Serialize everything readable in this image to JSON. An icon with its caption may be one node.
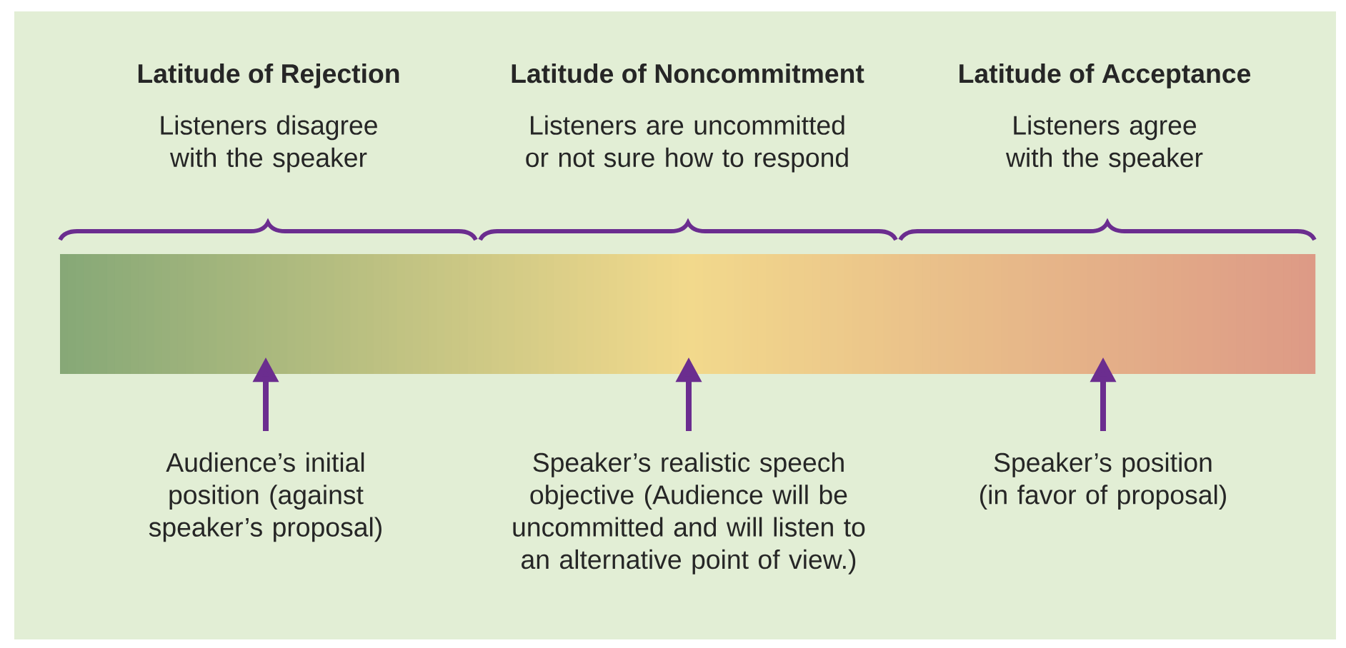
{
  "diagram": {
    "nodes": [
      {
        "text": [],
        "shape": "bar"
      },
      {
        "text": [
          "Audience’s initial position (against speaker’s proposal)"
        ]
      },
      {
        "text": [
          "Speaker’s realistic speech objective (Audience will be uncommitted and will listen to an alternative point of view.)"
        ]
      },
      {
        "text": [
          "Speaker’s position (in favor of proposal)"
        ]
      }
    ],
    "edges": [
      {
        "from": 1,
        "to": 0,
        "arrow": "to"
      },
      {
        "from": 2,
        "to": 0,
        "arrow": "to"
      },
      {
        "from": 3,
        "to": 0,
        "arrow": "to"
      }
    ],
    "labels": [
      "Latitude of Rejection",
      "Latitude of Noncommitment",
      "Latitude of Acceptance",
      "Listeners disagree with the speaker",
      "Listeners are uncommitted or not sure how to respond",
      "Listeners agree with the speaker"
    ]
  }
}
